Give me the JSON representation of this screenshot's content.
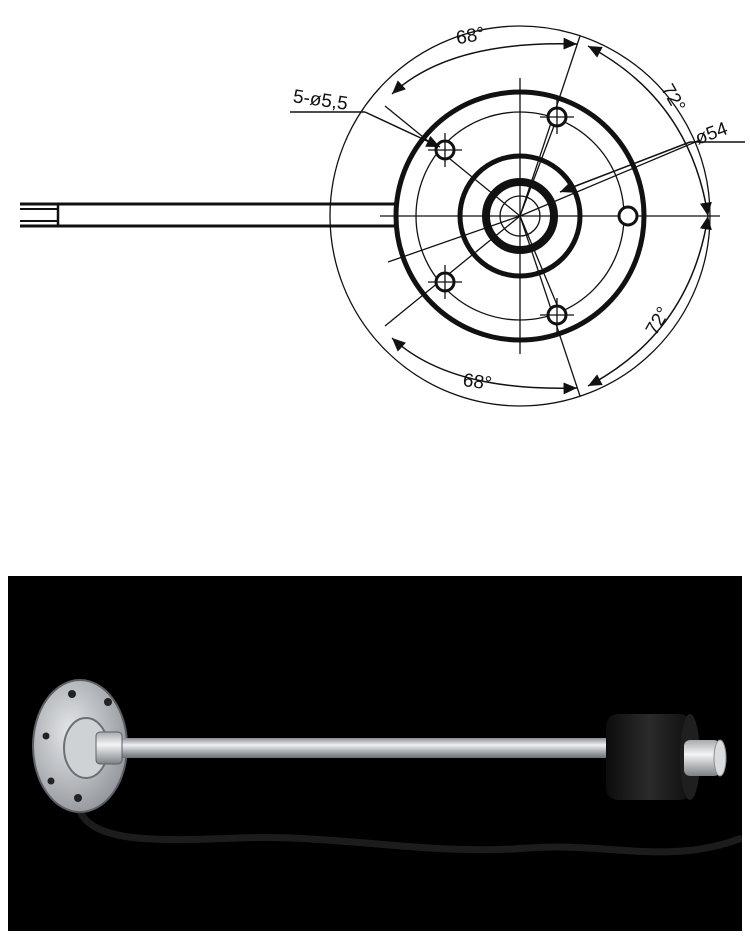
{
  "drawing": {
    "labels": {
      "top_angle": "68°",
      "bottom_angle": "68°",
      "right_top_angle": "72°",
      "right_bottom_angle": "72°",
      "holes": "5-ø5,5",
      "diameter": "ø54"
    }
  },
  "photo": {
    "subject": "stainless steel tank level sensor with flange and black float"
  },
  "colors": {
    "ink": "#111111",
    "photo_bg": "#000000",
    "steel": "#c9ccd0",
    "float": "#1a1a1a"
  }
}
